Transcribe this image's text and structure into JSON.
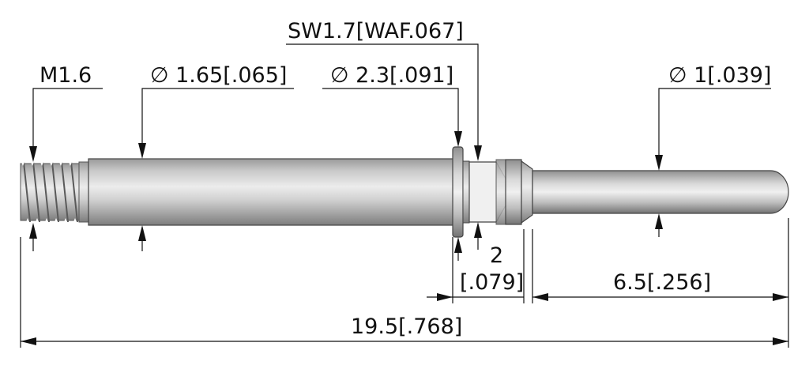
{
  "labels": {
    "thread": "M1.6",
    "shank_diameter": "∅ 1.65[.065]",
    "collar_diameter": "∅ 2.3[.091]",
    "wrench_flat": "SW1.7[WAF.067]",
    "tip_diameter": "∅ 1[.039]",
    "hex_length_mm": "2",
    "hex_length_in": "[.079]",
    "tip_length": "6.5[.256]",
    "overall_length": "19.5[.768]"
  },
  "colors": {
    "line": "#111111",
    "metal_light": "#e4e4e4",
    "metal_dark": "#8a8a8a",
    "hex_face": "#ededed"
  }
}
